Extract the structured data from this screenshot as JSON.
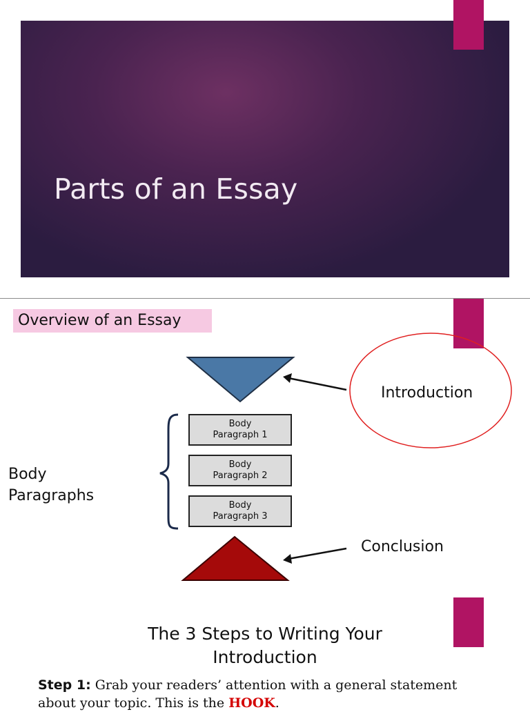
{
  "slide1": {
    "title": "Parts of an Essay"
  },
  "slide2": {
    "heading": "Overview of an Essay",
    "introduction_label": "Introduction",
    "conclusion_label": "Conclusion",
    "body_label_line1": "Body",
    "body_label_line2": "Paragraphs",
    "boxes": [
      {
        "line1": "Body",
        "line2": "Paragraph 1"
      },
      {
        "line1": "Body",
        "line2": "Paragraph 2"
      },
      {
        "line1": "Body",
        "line2": "Paragraph 3"
      }
    ]
  },
  "slide3": {
    "title": "The 3 Steps to Writing Your Introduction",
    "step1_label": "Step 1:",
    "step1_text": " Grab your readers’ attention with a general statement about your topic. This is the ",
    "step1_hook": "HOOK",
    "step1_end": "."
  },
  "colors": {
    "accent": "#b01463",
    "highlight": "#f6c9e2",
    "intro_triangle": "#4a78a6",
    "conclusion_triangle": "#a50a0a",
    "circle": "#e02020",
    "hook": "#d40000"
  }
}
